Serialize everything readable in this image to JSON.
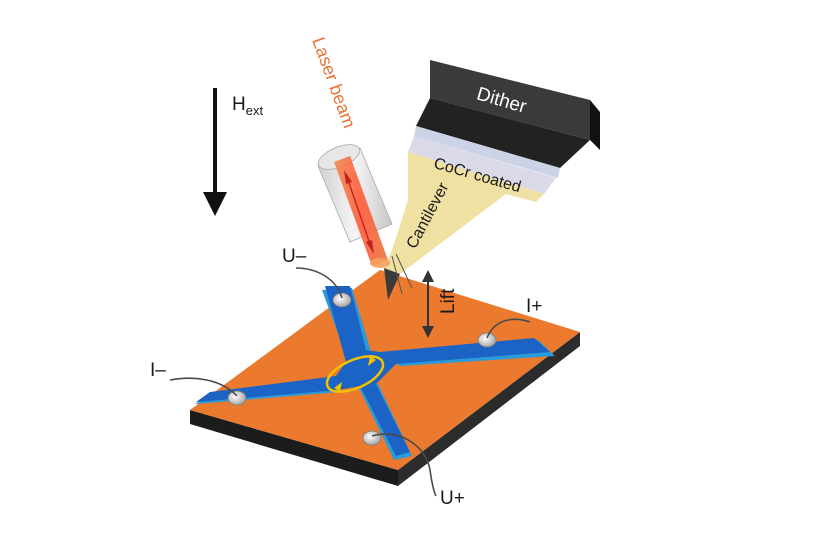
{
  "labels": {
    "field": "H",
    "field_sub": "ext",
    "laser": "Laser beam",
    "dither": "Dither",
    "coating": "CoCr coated",
    "cantilever": "Cantilever",
    "lift": "Lift",
    "u_minus": "U–",
    "u_plus": "U+",
    "i_minus": "I–",
    "i_plus": "I+"
  },
  "colors": {
    "substrate": "#ec7a2e",
    "channel": "#1b63c4",
    "channel_edge": "#2a9bd8",
    "dither": "#3a3a3a",
    "cantilever": "#efe1a2",
    "laser": "#e8743a",
    "loop": "#f2c200"
  }
}
